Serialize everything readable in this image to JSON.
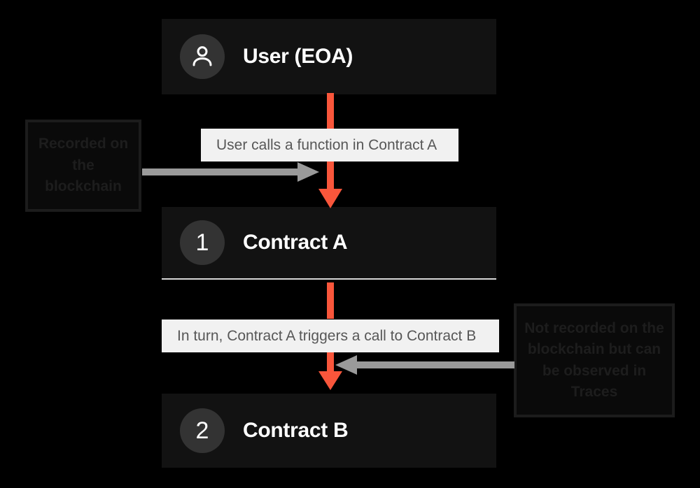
{
  "theme": {
    "page_background": "#000000",
    "node_background": "#121212",
    "badge_background": "#333333",
    "node_text": "#ffffff",
    "chip_background": "#f1f1f1",
    "chip_text": "#575757",
    "flow_arrow_color": "#f9563b",
    "side_arrow_color": "#9a9a9a",
    "annotation_text": "#1d1d1d",
    "rule_color": "#d8d8d8"
  },
  "diagram": {
    "type": "flowchart",
    "title": "",
    "nodes": [
      {
        "id": "user",
        "label": "User (EOA)",
        "badge_kind": "person-icon",
        "badge_text": ""
      },
      {
        "id": "contract-a",
        "label": "Contract A",
        "badge_kind": "number",
        "badge_text": "1"
      },
      {
        "id": "contract-b",
        "label": "Contract B",
        "badge_kind": "number",
        "badge_text": "2"
      }
    ],
    "edge_labels": [
      {
        "id": "edge-1",
        "text": "User calls a function in Contract A"
      },
      {
        "id": "edge-2",
        "text": "In turn, Contract A triggers a call to Contract B"
      }
    ],
    "annotations": [
      {
        "id": "annotation-left",
        "text": "Recorded on the blockchain",
        "points": "right"
      },
      {
        "id": "annotation-right",
        "text": "Not recorded on the blockchain but can be observed in Traces",
        "points": "left"
      }
    ]
  }
}
